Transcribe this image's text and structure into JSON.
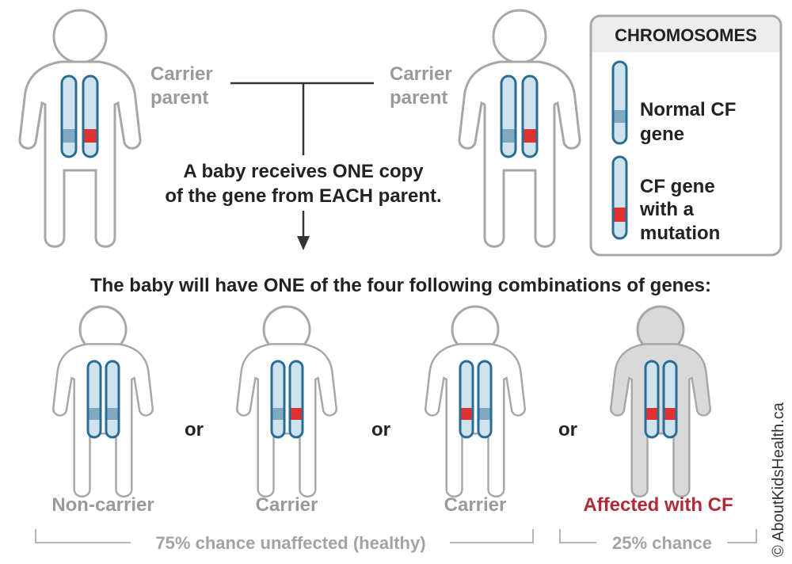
{
  "parents": {
    "left_label_line1": "Carrier",
    "left_label_line2": "parent",
    "right_label_line1": "Carrier",
    "right_label_line2": "parent"
  },
  "inheritance_note": {
    "line1": "A baby receives ONE copy",
    "line2": "of the gene from EACH parent."
  },
  "combinations_heading": "The baby will have ONE of the four following combinations of genes:",
  "legend": {
    "title": "CHROMOSOMES",
    "normal_line1": "Normal CF",
    "normal_line2": "gene",
    "mutation_line1": "CF gene",
    "mutation_line2": "with a",
    "mutation_line3": "mutation"
  },
  "outcomes": [
    {
      "label": "Non-carrier",
      "left_band": "normal",
      "right_band": "normal",
      "affected": false
    },
    {
      "label": "Carrier",
      "left_band": "normal",
      "right_band": "mutation",
      "affected": false
    },
    {
      "label": "Carrier",
      "left_band": "mutation",
      "right_band": "normal",
      "affected": false
    },
    {
      "label": "Affected with CF",
      "left_band": "mutation",
      "right_band": "mutation",
      "affected": true
    }
  ],
  "connector_word": "or",
  "chance_unaffected": "75% chance unaffected (healthy)",
  "chance_affected": "25% chance",
  "copyright": "© AboutKidsHealth.ca",
  "colors": {
    "outline_gray": "#a7a7a7",
    "text_gray": "#9a9a9a",
    "chromosome_fill": "#cfe3ee",
    "chromosome_stroke": "#2a6d93",
    "normal_band": "#7fa9c0",
    "mutation_band": "#e03030",
    "affected_red": "#b02a37",
    "affected_body": "#d9d9d9",
    "text_dark": "#222222"
  }
}
